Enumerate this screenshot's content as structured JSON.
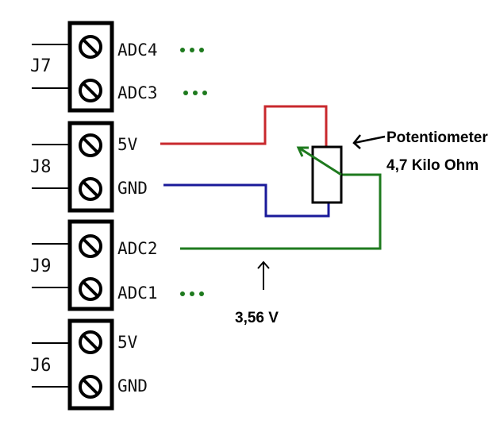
{
  "colors": {
    "red": "#c8282d",
    "blue": "#1a1a9a",
    "green": "#1e7a1e",
    "black": "#000000"
  },
  "connectors": [
    {
      "id": "J7",
      "pins": [
        "ADC4",
        "ADC3"
      ],
      "dots": [
        true,
        true
      ]
    },
    {
      "id": "J8",
      "pins": [
        "5V",
        "GND"
      ],
      "dots": [
        false,
        false
      ]
    },
    {
      "id": "J9",
      "pins": [
        "ADC2",
        "ADC1"
      ],
      "dots": [
        false,
        true
      ]
    },
    {
      "id": "J6",
      "pins": [
        "5V",
        "GND"
      ],
      "dots": [
        false,
        false
      ]
    }
  ],
  "potentiometer": {
    "label": "Potentiometer",
    "value": "4,7 Kilo Ohm"
  },
  "measurement": {
    "voltage": "3,56 V"
  }
}
